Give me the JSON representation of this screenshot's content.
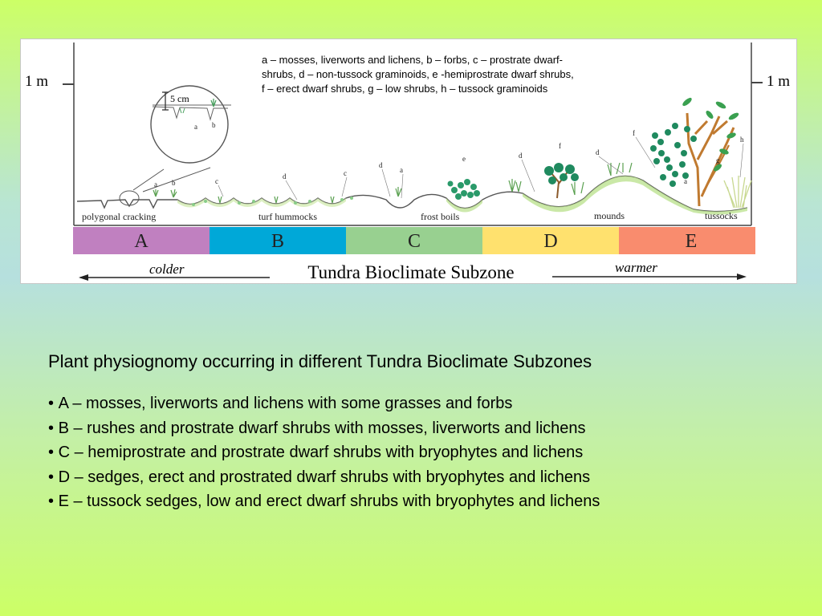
{
  "legend": {
    "line1": "a – mosses, liverworts and lichens, b – forbs, c – prostrate dwarf-",
    "line2": "shrubs, d – non-tussock graminoids, e -hemiprostrate dwarf shrubs,",
    "line3": "f – erect dwarf shrubs, g – low shrubs, h – tussock graminoids"
  },
  "scale": {
    "left": "1 m",
    "right": "1 m",
    "inset": "5 cm"
  },
  "landforms": [
    "polygonal cracking",
    "turf hummocks",
    "frost boils",
    "mounds",
    "tussocks"
  ],
  "plant_letters": {
    "inset_a": "a",
    "inset_b": "b",
    "a1": "a",
    "b1": "b",
    "c1": "c",
    "d1": "d",
    "c2": "c",
    "d2": "d",
    "a2": "a",
    "e": "e",
    "d3": "d",
    "f1": "f",
    "d4": "d",
    "f2": "f",
    "h": "h",
    "g": "g",
    "a3": "a"
  },
  "zones": [
    {
      "letter": "A",
      "color": "#c080c0"
    },
    {
      "letter": "B",
      "color": "#00a8d8"
    },
    {
      "letter": "C",
      "color": "#98d090"
    },
    {
      "letter": "D",
      "color": "#ffe16e"
    },
    {
      "letter": "E",
      "color": "#f98c6e"
    }
  ],
  "gradient": {
    "colder": "colder",
    "title": "Tundra Bioclimate Subzone",
    "warmer": "warmer"
  },
  "caption": {
    "title": "Plant physiognomy occurring in different Tundra Bioclimate Subzones",
    "items": [
      "A – mosses, liverworts and lichens with some grasses and forbs",
      "B – rushes and prostrate dwarf shrubs with mosses, liverworts and lichens",
      "C – hemiprostrate and prostrate dwarf shrubs with bryophytes and lichens",
      "D – sedges, erect and prostrated dwarf shrubs with bryophytes and lichens",
      "E – tussock sedges, low and erect dwarf shrubs with bryophytes and lichens"
    ]
  }
}
